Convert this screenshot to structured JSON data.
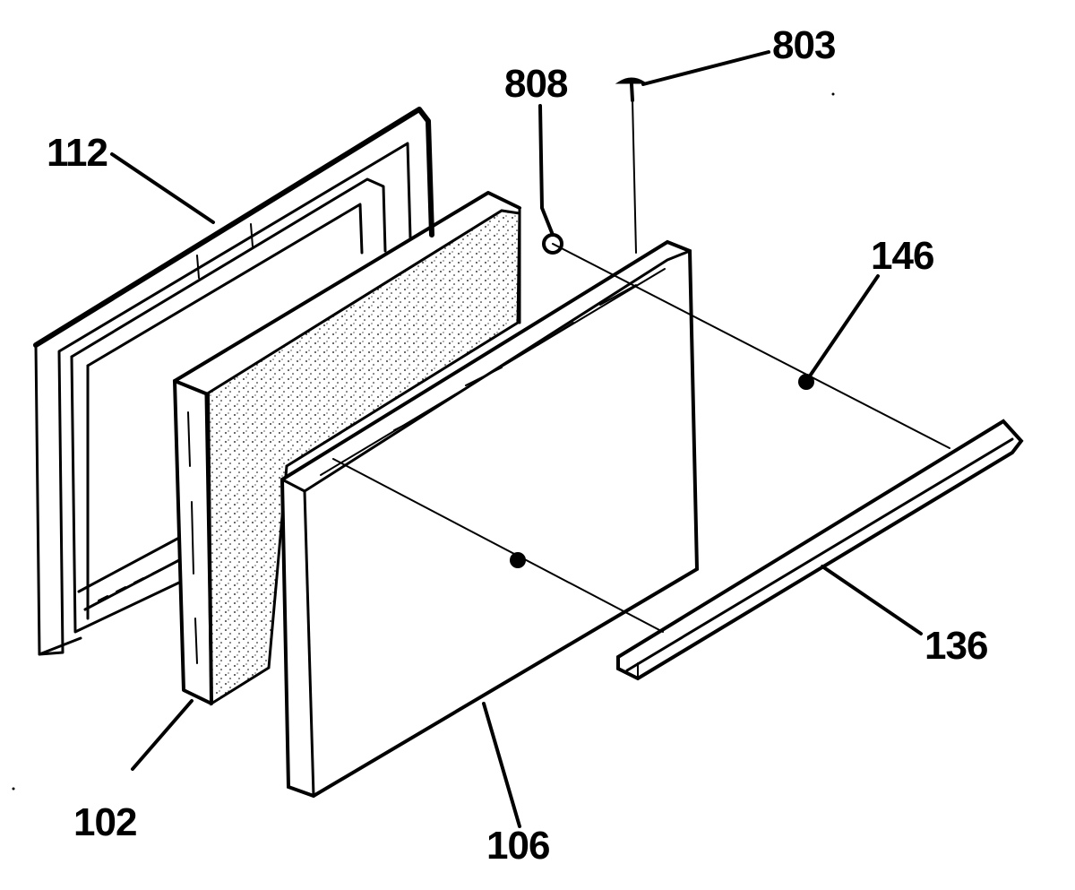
{
  "diagram": {
    "labels": {
      "p112": "112",
      "p102": "102",
      "p106": "106",
      "p808": "808",
      "p803": "803",
      "p146": "146",
      "p136": "136"
    },
    "colors": {
      "ink": "#000000",
      "paper": "#ffffff"
    }
  }
}
